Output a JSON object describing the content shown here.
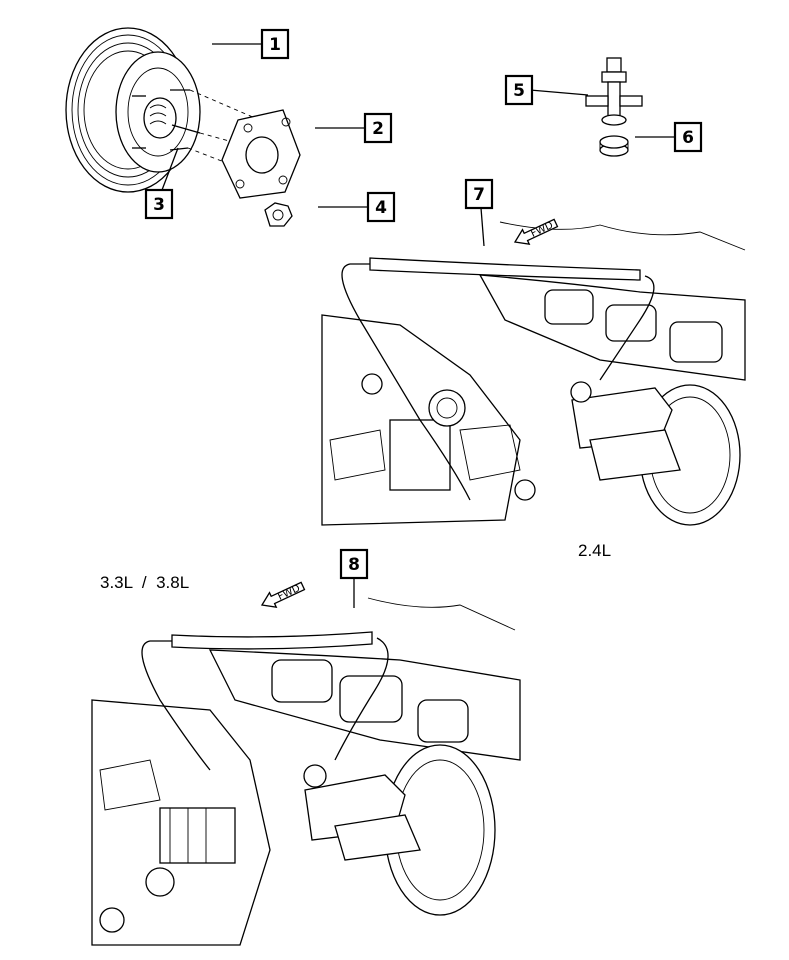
{
  "callouts": [
    "1",
    "2",
    "3",
    "4",
    "5",
    "6",
    "7",
    "8"
  ],
  "engine_labels": {
    "upper": "2.4L",
    "lower": "3.3L  /  3.8L"
  },
  "forward_marker": "FWD"
}
